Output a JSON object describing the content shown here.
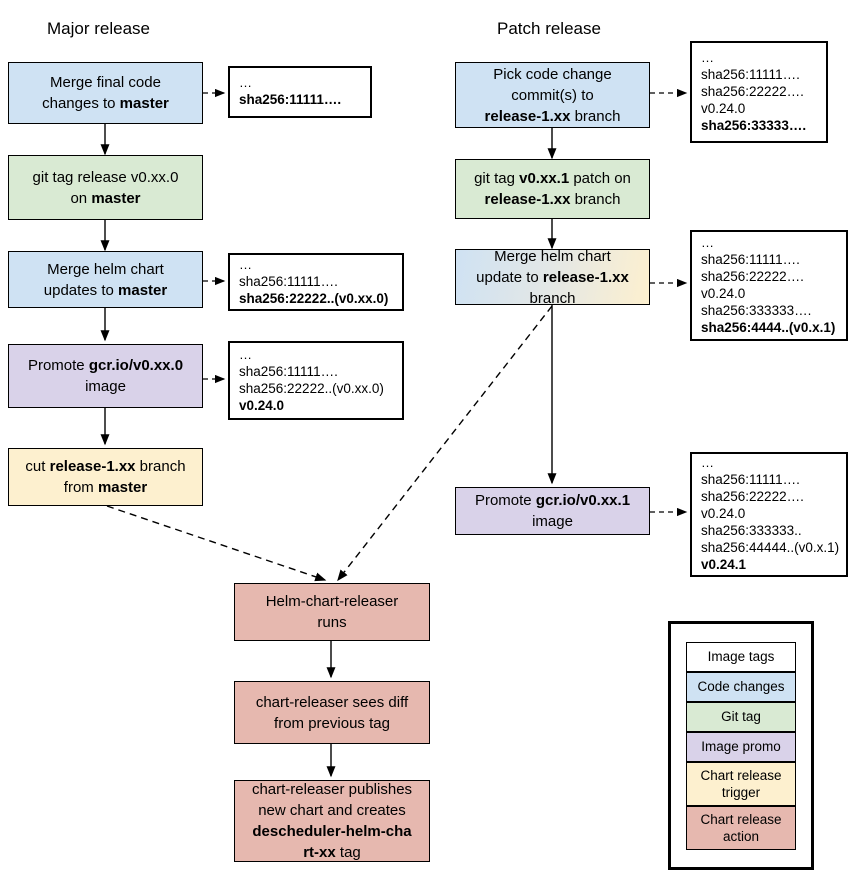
{
  "diagram": {
    "title_major": "Major release",
    "title_patch": "Patch release",
    "colors": {
      "code_changes": "#cfe2f3",
      "git_tag": "#d9ead3",
      "image_promo": "#d9d2e9",
      "chart_release_trigger": "#fdf0cf",
      "chart_release_action": "#e6b8af",
      "image_tags": "#ffffff",
      "stroke": "#000000"
    }
  },
  "major": {
    "nodes": [
      {
        "id": "merge-final-code",
        "type": "code_changes",
        "lines": [
          [
            {
              "t": "Merge final code",
              "b": false
            }
          ],
          [
            {
              "t": "changes to ",
              "b": false
            },
            {
              "t": "master",
              "b": true
            }
          ]
        ]
      },
      {
        "id": "git-tag-release",
        "type": "git_tag",
        "lines": [
          [
            {
              "t": "git tag release v0.xx.0",
              "b": false
            }
          ],
          [
            {
              "t": "on ",
              "b": false
            },
            {
              "t": "master",
              "b": true
            }
          ]
        ]
      },
      {
        "id": "merge-helm-chart-updates",
        "type": "code_changes",
        "lines": [
          [
            {
              "t": "Merge helm chart",
              "b": false
            }
          ],
          [
            {
              "t": "updates to ",
              "b": false
            },
            {
              "t": "master",
              "b": true
            }
          ]
        ]
      },
      {
        "id": "promote-image-major",
        "type": "image_promo",
        "lines": [
          [
            {
              "t": "Promote ",
              "b": false
            },
            {
              "t": "gcr.io/v0.xx.0",
              "b": true
            }
          ],
          [
            {
              "t": "image",
              "b": false
            }
          ]
        ]
      },
      {
        "id": "cut-release-branch",
        "type": "chart_release_trigger",
        "lines": [
          [
            {
              "t": "cut ",
              "b": false
            },
            {
              "t": "release-1.xx",
              "b": true
            },
            {
              "t": " branch",
              "b": false
            }
          ],
          [
            {
              "t": "from ",
              "b": false
            },
            {
              "t": "master",
              "b": true
            }
          ]
        ]
      }
    ],
    "notes": [
      {
        "id": "note-major-1",
        "lines": [
          {
            "t": "…",
            "bold": false,
            "dots": true
          },
          {
            "t": "sha256:11111….",
            "bold": true,
            "dots": false
          }
        ]
      },
      {
        "id": "note-major-2",
        "lines": [
          {
            "t": "…",
            "bold": false,
            "dots": true
          },
          {
            "t": "sha256:11111….",
            "bold": false,
            "dots": false
          },
          {
            "t": "sha256:22222..(v0.xx.0)",
            "bold": true,
            "dots": false
          }
        ]
      },
      {
        "id": "note-major-3",
        "lines": [
          {
            "t": "…",
            "bold": false,
            "dots": true
          },
          {
            "t": "sha256:11111….",
            "bold": false,
            "dots": false
          },
          {
            "t": "sha256:22222..(v0.xx.0)",
            "bold": false,
            "dots": false
          },
          {
            "t": "v0.24.0",
            "bold": true,
            "dots": false
          }
        ]
      }
    ]
  },
  "patch": {
    "nodes": [
      {
        "id": "pick-code-change",
        "type": "code_changes",
        "lines": [
          [
            {
              "t": "Pick code change",
              "b": false
            }
          ],
          [
            {
              "t": "commit(s) to",
              "b": false
            }
          ],
          [
            {
              "t": "release-1.xx",
              "b": true
            },
            {
              "t": " branch",
              "b": false
            }
          ]
        ]
      },
      {
        "id": "git-tag-patch",
        "type": "git_tag",
        "lines": [
          [
            {
              "t": "git tag ",
              "b": false
            },
            {
              "t": "v0.xx.1",
              "b": true
            },
            {
              "t": " patch on",
              "b": false
            }
          ],
          [
            {
              "t": "release-1.xx",
              "b": true
            },
            {
              "t": " branch",
              "b": false
            }
          ]
        ]
      },
      {
        "id": "merge-helm-chart-update-patch",
        "type": "gradient_blue_yellow",
        "lines": [
          [
            {
              "t": "Merge helm chart",
              "b": false
            }
          ],
          [
            {
              "t": "update to ",
              "b": false
            },
            {
              "t": "release-1.xx",
              "b": true
            }
          ],
          [
            {
              "t": "branch",
              "b": false
            }
          ]
        ]
      },
      {
        "id": "promote-image-patch",
        "type": "image_promo",
        "lines": [
          [
            {
              "t": "Promote ",
              "b": false
            },
            {
              "t": "gcr.io/v0.xx.1",
              "b": true
            }
          ],
          [
            {
              "t": "image",
              "b": false
            }
          ]
        ]
      }
    ],
    "notes": [
      {
        "id": "note-patch-1",
        "lines": [
          {
            "t": "…",
            "bold": false,
            "dots": true
          },
          {
            "t": "sha256:11111….",
            "bold": false,
            "dots": false
          },
          {
            "t": "sha256:22222….",
            "bold": false,
            "dots": false
          },
          {
            "t": "v0.24.0",
            "bold": false,
            "dots": false
          },
          {
            "t": "sha256:33333….",
            "bold": true,
            "dots": false
          }
        ]
      },
      {
        "id": "note-patch-2",
        "lines": [
          {
            "t": "…",
            "bold": false,
            "dots": true
          },
          {
            "t": "sha256:11111….",
            "bold": false,
            "dots": false
          },
          {
            "t": "sha256:22222….",
            "bold": false,
            "dots": false
          },
          {
            "t": "v0.24.0",
            "bold": false,
            "dots": false
          },
          {
            "t": "sha256:333333….",
            "bold": false,
            "dots": false
          },
          {
            "t": "sha256:4444..(v0.x.1)",
            "bold": true,
            "dots": false
          }
        ]
      },
      {
        "id": "note-patch-3",
        "lines": [
          {
            "t": "…",
            "bold": false,
            "dots": true
          },
          {
            "t": "sha256:11111….",
            "bold": false,
            "dots": false
          },
          {
            "t": "sha256:22222….",
            "bold": false,
            "dots": false
          },
          {
            "t": "v0.24.0",
            "bold": false,
            "dots": false
          },
          {
            "t": "sha256:333333..",
            "bold": false,
            "dots": false
          },
          {
            "t": "sha256:44444..(v0.x.1)",
            "bold": false,
            "dots": false
          },
          {
            "t": "v0.24.1",
            "bold": true,
            "dots": false
          }
        ]
      }
    ]
  },
  "release_chain": {
    "nodes": [
      {
        "id": "helm-chart-releaser-runs",
        "type": "chart_release_action",
        "lines": [
          [
            {
              "t": "Helm-chart-releaser",
              "b": false
            }
          ],
          [
            {
              "t": "runs",
              "b": false
            }
          ]
        ]
      },
      {
        "id": "chart-releaser-sees-diff",
        "type": "chart_release_action",
        "lines": [
          [
            {
              "t": "chart-releaser sees diff",
              "b": false
            }
          ],
          [
            {
              "t": "from previous tag",
              "b": false
            }
          ]
        ]
      },
      {
        "id": "chart-releaser-publishes",
        "type": "chart_release_action",
        "lines": [
          [
            {
              "t": "chart-releaser publishes",
              "b": false
            }
          ],
          [
            {
              "t": "new chart and creates",
              "b": false
            }
          ],
          [
            {
              "t": "descheduler-helm-cha",
              "b": true
            }
          ],
          [
            {
              "t": "rt-xx",
              "b": true
            },
            {
              "t": " tag",
              "b": false
            }
          ]
        ]
      }
    ]
  },
  "legend": {
    "items": [
      {
        "label": "Image tags",
        "type": "image_tags"
      },
      {
        "label": "Code changes",
        "type": "code_changes"
      },
      {
        "label": "Git tag",
        "type": "git_tag"
      },
      {
        "label": "Image promo",
        "type": "image_promo"
      },
      {
        "label": "Chart release trigger",
        "type": "chart_release_trigger"
      },
      {
        "label": "Chart release action",
        "type": "chart_release_action"
      }
    ]
  }
}
